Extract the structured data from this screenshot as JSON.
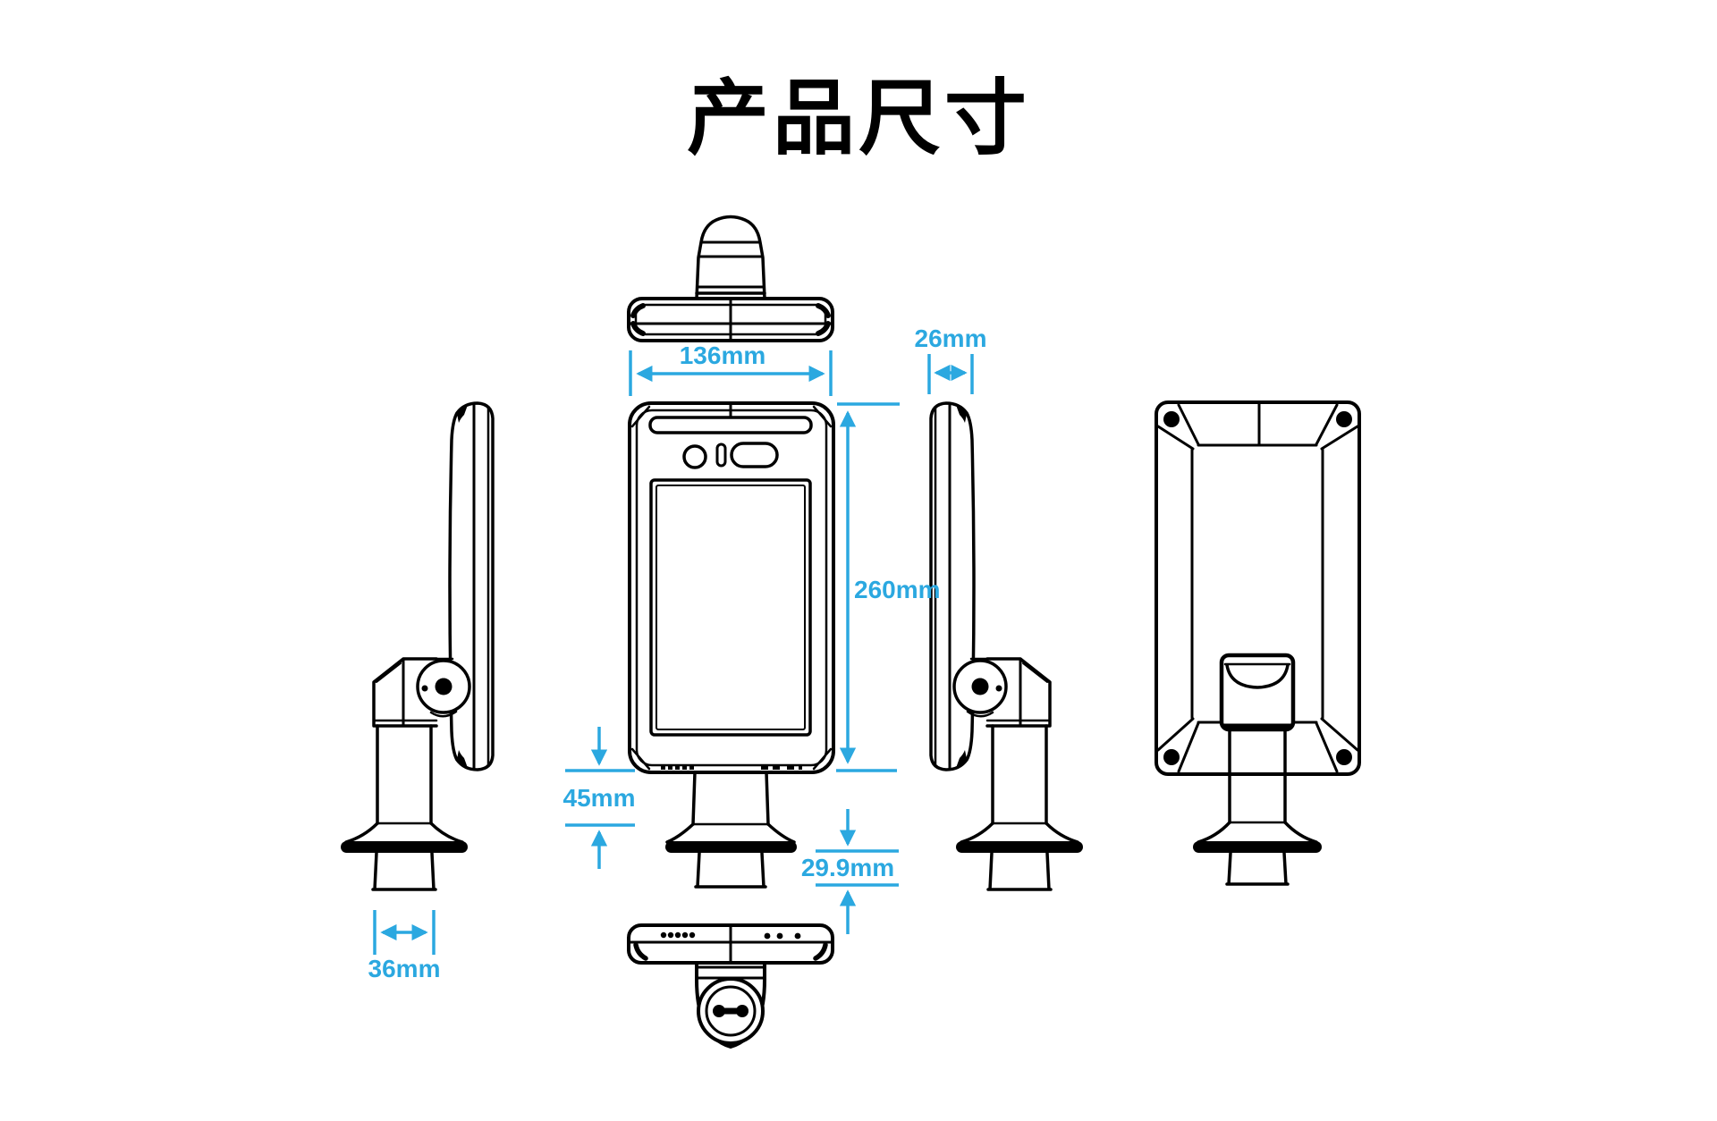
{
  "page": {
    "title": "产品尺寸",
    "background_color": "#ffffff"
  },
  "style": {
    "line_color": "#000000",
    "dimension_color": "#2ba8e0"
  },
  "dimensions": {
    "front_width": "136mm",
    "side_depth": "26mm",
    "front_height": "260mm",
    "neck_height": "45mm",
    "mount_column_height": "29.9mm",
    "mount_column_width": "36mm"
  }
}
